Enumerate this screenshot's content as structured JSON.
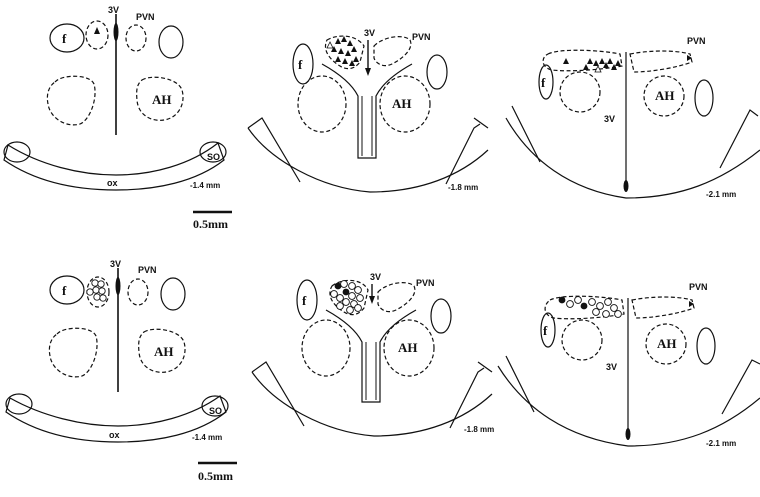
{
  "labels": {
    "third_ventricle": "3V",
    "pvn": "PVN",
    "fornix": "f",
    "anterior_hypothalamus": "AH",
    "supraoptic": "SO",
    "optic_chiasm": "ox",
    "scale_bar": "0.5mm"
  },
  "levels": [
    "-1.4 mm",
    "-1.8 mm",
    "-2.1 mm"
  ],
  "rows": [
    {
      "marker": "filled-triangle",
      "panels": [
        {
          "level": "-1.4 mm",
          "filled": 1,
          "open": 0
        },
        {
          "level": "-1.8 mm",
          "filled": 11,
          "open": 1
        },
        {
          "level": "-2.1 mm",
          "filled": 9,
          "open": 1
        }
      ]
    },
    {
      "marker": "circle",
      "panels": [
        {
          "level": "-1.4 mm",
          "filled": 0,
          "open": 7
        },
        {
          "level": "-1.8 mm",
          "filled": 2,
          "open": 12
        },
        {
          "level": "-2.1 mm",
          "filled": 2,
          "open": 9
        }
      ]
    }
  ]
}
